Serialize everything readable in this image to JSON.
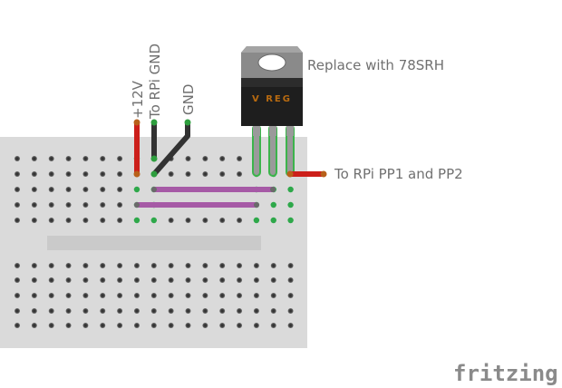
{
  "diagram": {
    "kind": "breadboard-wiring",
    "component": {
      "name": "Voltage regulator (TO-220)",
      "marking": "V REG",
      "annotation": "Replace with 78SRH",
      "pins": 3
    },
    "wire_labels": {
      "plus12v": "+12V",
      "rpi_gnd": "To RPi GND",
      "gnd": "GND",
      "output": "To RPi PP1 and PP2"
    },
    "breadboard": {
      "columns": 17,
      "top_rows": 5,
      "bottom_rows": 5
    },
    "colors": {
      "wire_red": "#cc1f1a",
      "wire_black": "#333333",
      "wire_purple": "#a65aa6",
      "connected_hole": "#2ea84a",
      "hole": "#3a3a3a",
      "breadboard": "#dadada"
    },
    "watermark": "fritzing"
  }
}
